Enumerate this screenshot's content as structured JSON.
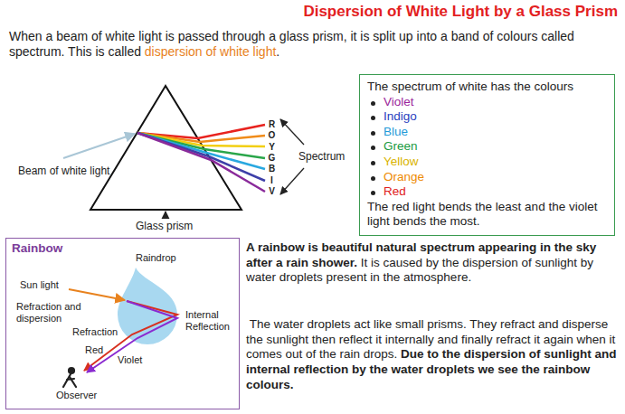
{
  "diagram": {
    "title": "Dispersion of White Light by a Glass Prism",
    "nodes": [
      {
        "text": [
          "The spectrum of white has the colours",
          "Violet",
          "Indigo",
          "Blue",
          "Green",
          "Yellow",
          "Orange",
          "Red",
          "The red light bends the least and the violet light bends the most."
        ]
      },
      {
        "text": [
          "Rainbow"
        ]
      }
    ],
    "labels": [
      "When a beam of white light is passed through a glass prism, it is split up into a band of colours called spectrum. This is called",
      "dispersion of white light",
      ".",
      "Beam of white light",
      "Glass prism",
      "R",
      "O",
      "Y",
      "G",
      "B",
      "I",
      "V",
      "Spectrum",
      "Raindrop",
      "Sun light",
      "Refraction and dispersion",
      "Internal Reflection",
      "Refraction",
      "Red",
      "Violet",
      "Observer",
      "A rainbow is beautiful natural spectrum appearing in the sky after a rain shower.",
      "It is caused by the dispersion of sunlight by water droplets present in the atmosphere.",
      "The water droplets act like small prisms. They refract and disperse the sunlight then reflect it internally and finally refract it again when it comes out of the rain drops.",
      "Due to the dispersion of sunlight and internal reflection by the water droplets we see the rainbow colours."
    ]
  }
}
